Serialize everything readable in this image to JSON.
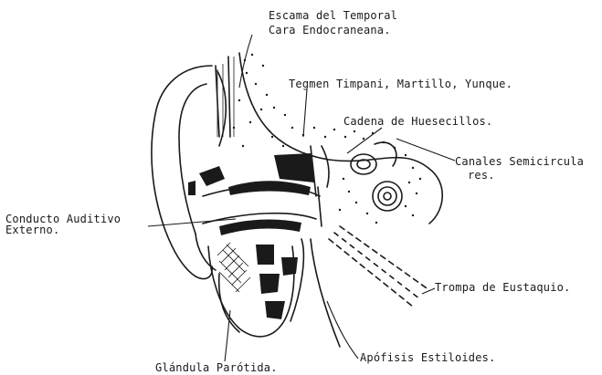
{
  "diagram": {
    "labels": {
      "escama_1": "Escama del Temporal",
      "escama_2": "Cara Endocraneana.",
      "tegmen": "Tegmen Timpani, Martillo, Yunque.",
      "cadena": "Cadena de Huesecillos.",
      "canales_1": "Canales Semicircula",
      "canales_2": "res.",
      "conducto_1": "Conducto Auditivo",
      "conducto_2": "Externo.",
      "trompa": "Trompa de Eustaquio.",
      "apofisis": "Apófisis Estiloides.",
      "glandula": "Glándula Parótida."
    },
    "colors": {
      "ink": "#1a1a1a",
      "background": "#ffffff"
    }
  }
}
